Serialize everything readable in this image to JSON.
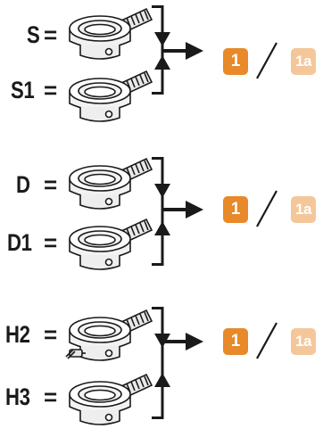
{
  "groups": [
    {
      "top_label": "S",
      "bottom_label": "S1",
      "equals": "=",
      "badge_primary": "1",
      "badge_alt": "1a",
      "top_fitting": "drain-fitting",
      "bottom_fitting": "drain-fitting"
    },
    {
      "top_label": "D",
      "bottom_label": "D1",
      "equals": "=",
      "badge_primary": "1",
      "badge_alt": "1a",
      "top_fitting": "drain-fitting",
      "bottom_fitting": "drain-fitting"
    },
    {
      "top_label": "H2",
      "bottom_label": "H3",
      "equals": "=",
      "badge_primary": "1",
      "badge_alt": "1a",
      "top_fitting": "drain-fitting-with-valve",
      "bottom_fitting": "drain-fitting"
    }
  ],
  "colors": {
    "badge_primary": "#e8892a",
    "badge_alt": "#f4c79a",
    "lines": "#1a1a1a"
  }
}
